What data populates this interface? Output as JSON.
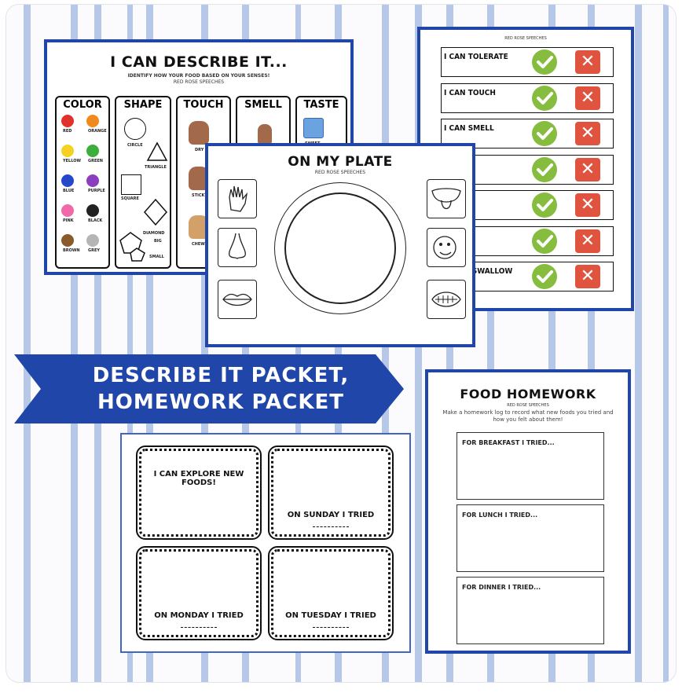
{
  "describe_card": {
    "title": "I CAN DESCRIBE IT...",
    "subtitle": "IDENTIFY HOW YOUR FOOD BASED ON YOUR SENSES!",
    "brand": "RED ROSE SPEECHES",
    "columns": [
      "COLOR",
      "SHAPE",
      "TOUCH",
      "SMELL",
      "TASTE"
    ],
    "colors": [
      {
        "name": "RED",
        "hex": "#e0312b"
      },
      {
        "name": "ORANGE",
        "hex": "#f08a1c"
      },
      {
        "name": "YELLOW",
        "hex": "#f4d21f"
      },
      {
        "name": "GREEN",
        "hex": "#3cae3a"
      },
      {
        "name": "BLUE",
        "hex": "#2448c9"
      },
      {
        "name": "PURPLE",
        "hex": "#8b3fbf"
      },
      {
        "name": "PINK",
        "hex": "#f06aa9"
      },
      {
        "name": "BLACK",
        "hex": "#222222"
      },
      {
        "name": "BROWN",
        "hex": "#8b5a2b"
      },
      {
        "name": "GREY",
        "hex": "#b5b5b5"
      }
    ],
    "shapes": [
      "CIRCLE",
      "TRIANGLE",
      "SQUARE",
      "DIAMOND",
      "BIG",
      "SMALL"
    ],
    "touch": [
      "DRY",
      "STICKY",
      "CHEWY"
    ],
    "taste": [
      "SWEET"
    ]
  },
  "tolerate_card": {
    "brand": "RED ROSE SPEECHES",
    "rows": [
      "I CAN TOLERATE",
      "I CAN TOUCH",
      "I CAN SMELL",
      "",
      "",
      "",
      "N AND SWALLOW"
    ]
  },
  "plate_card": {
    "title": "ON MY PLATE",
    "brand": "RED ROSE SPEECHES"
  },
  "banner": {
    "line1": "DESCRIBE IT PACKET,",
    "line2": "HOMEWORK PACKET"
  },
  "explore_card": {
    "panels": [
      "I CAN EXPLORE NEW FOODS!",
      "ON SUNDAY I TRIED",
      "ON MONDAY I TRIED",
      "ON TUESDAY I TRIED"
    ]
  },
  "homework_card": {
    "title": "FOOD HOMEWORK",
    "brand": "RED ROSE SPEECHES",
    "instructions": "Make a homework log to record what new foods you tried and how you felt about them!",
    "boxes": [
      "FOR BREAKFAST I TRIED...",
      "FOR LUNCH I TRIED...",
      "FOR DINNER I TRIED..."
    ]
  },
  "theme": {
    "border_blue": "#1f46a8",
    "stripe_blue": "#a9bde4",
    "check_green": "#86bd3f",
    "x_red": "#e0533f"
  }
}
